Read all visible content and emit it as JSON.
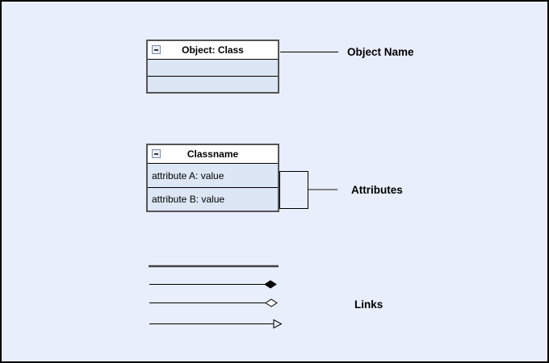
{
  "canvas": {
    "background": "#e8eefb",
    "border_color": "#000000"
  },
  "object_box": {
    "title": "Object: Class",
    "collapse_icon": "minus",
    "rows": [
      "",
      ""
    ]
  },
  "class_box": {
    "title": "Classname",
    "collapse_icon": "minus",
    "attributes": [
      "attribute A: value",
      "attribute B: value"
    ]
  },
  "annotations": {
    "object_name_label": "Object Name",
    "attributes_label": "Attributes",
    "links_label": "Links"
  },
  "links_legend": {
    "items": [
      {
        "name": "plain-thick-line"
      },
      {
        "name": "filled-diamond-line"
      },
      {
        "name": "hollow-diamond-line"
      },
      {
        "name": "open-arrow-line"
      }
    ]
  },
  "colors": {
    "box_fill": "#dce6f5",
    "header_fill": "#ffffff",
    "box_border": "#545454",
    "separator": "#000000",
    "connector_gray": "#808080",
    "thick_line": "#3f3f3f",
    "line_black": "#000000"
  }
}
